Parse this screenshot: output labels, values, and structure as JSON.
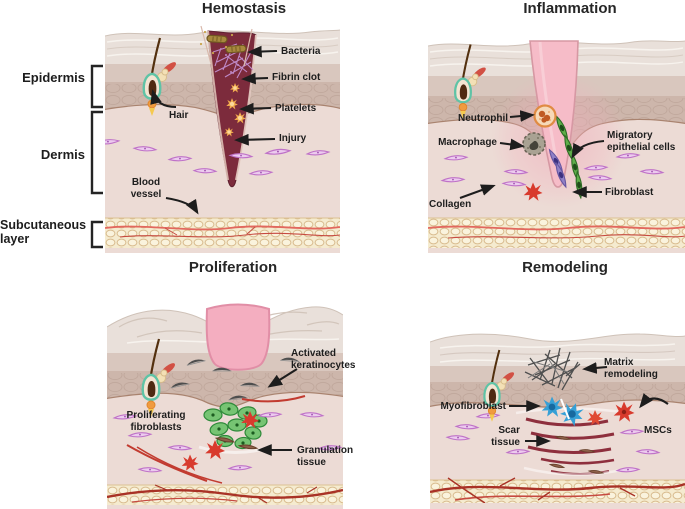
{
  "panels": {
    "hemostasis": {
      "title": "Hemostasis",
      "labels": {
        "bacteria": "Bacteria",
        "fibrin_clot": "Fibrin clot",
        "platelets": "Platelets",
        "injury": "Injury",
        "hair": "Hair",
        "blood_vessel": {
          "lines": [
            "Blood",
            "vessel"
          ]
        }
      }
    },
    "inflammation": {
      "title": "Inflammation",
      "labels": {
        "neutrophil": "Neutrophil",
        "macrophage": "Macrophage",
        "migratory_epithelial_cells": {
          "lines": [
            "Migratory",
            "epithelial cells"
          ]
        },
        "fibroblast": "Fibroblast",
        "collagen": "Collagen"
      }
    },
    "proliferation": {
      "title": "Proliferation",
      "labels": {
        "activated_keratinocytes": {
          "lines": [
            "Activated",
            "keratinocytes"
          ]
        },
        "proliferating_fibroblasts": {
          "lines": [
            "Proliferating",
            "fibroblasts"
          ]
        },
        "granulation_tissue": {
          "lines": [
            "Granulation",
            "tissue"
          ]
        }
      }
    },
    "remodeling": {
      "title": "Remodeling",
      "labels": {
        "matrix_remodeling": {
          "lines": [
            "Matrix",
            "remodeling"
          ]
        },
        "myofibroblast": "Myofibroblast",
        "scar_tissue": {
          "lines": [
            "Scar",
            "tissue"
          ]
        },
        "mscs": "MSCs"
      }
    }
  },
  "skin_layers": {
    "epidermis": "Epidermis",
    "dermis": "Dermis",
    "subcutaneous": {
      "lines": [
        "Subcutaneous",
        "layer"
      ]
    }
  },
  "colors": {
    "stratum_corneum": "#e9e0da",
    "epidermis_upper": "#d9c7be",
    "epidermis_cells": "#cdb6ab",
    "dermis": "#ecdbd5",
    "subcutaneous_fat": "#f5ebcf",
    "clot_maroon": "#7c2b3c",
    "wound_pink": "#f6bcc8",
    "scab_pink": "#f4aec0",
    "fibrin_purple": "#c38fd0",
    "platelet_orange": "#f3ae4f",
    "bacteria_olive": "#a8893e",
    "neutrophil_orange": "#e08b43",
    "macrophage_gray": "#a9a293",
    "fibroblast_green": "#5fae4a",
    "epithelial_purple": "#9181c7",
    "collagen_pink": "#bf72c8",
    "red_cell": "#d83a2d",
    "myofibroblast_blue": "#36a0d6",
    "scar_red": "#8e2f3d",
    "matrix_gray": "#4f4f4f",
    "arrow_black": "#1d1d1d"
  }
}
